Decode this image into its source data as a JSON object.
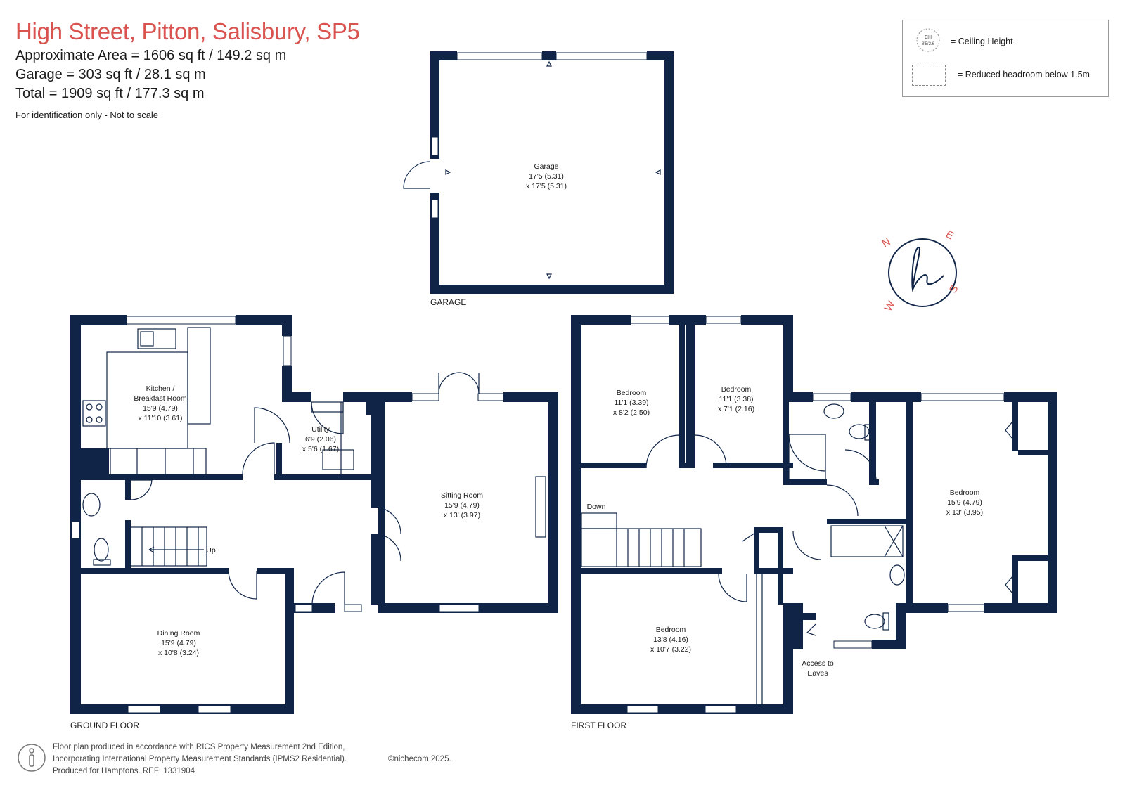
{
  "header": {
    "title": "High Street, Pitton, Salisbury, SP5",
    "approx_area": "Approximate Area = 1606 sq ft / 149.2 sq m",
    "garage_area": "Garage = 303 sq ft / 28.1 sq m",
    "total_area": "Total = 1909 sq ft / 177.3 sq m",
    "note": "For identification only - Not to scale"
  },
  "legend": {
    "ceiling_symbol": "CH",
    "ceiling_symbol_value": "8'5/2.6",
    "ceiling_label": "= Ceiling Height",
    "headroom_label": "= Reduced headroom below 1.5m"
  },
  "compass": {
    "n": "N",
    "e": "E",
    "s": "S",
    "w": "W",
    "logo": "h"
  },
  "garage": {
    "floor_label": "GARAGE",
    "room": {
      "name": "Garage",
      "dim1": "17'5 (5.31)",
      "dim2": "x 17'5 (5.31)"
    }
  },
  "ground_floor": {
    "floor_label": "GROUND FLOOR",
    "kitchen": {
      "name1": "Kitchen /",
      "name2": "Breakfast Room",
      "dim1": "15'9 (4.79)",
      "dim2": "x 11'10 (3.61)"
    },
    "utility": {
      "name": "Utility",
      "dim1": "6'9 (2.06)",
      "dim2": "x 5'6 (1.67)"
    },
    "sitting": {
      "name": "Sitting Room",
      "dim1": "15'9 (4.79)",
      "dim2": "x 13' (3.97)"
    },
    "dining": {
      "name": "Dining Room",
      "dim1": "15'9 (4.79)",
      "dim2": "x 10'8 (3.24)"
    },
    "stairs_label": "Up"
  },
  "first_floor": {
    "floor_label": "FIRST FLOOR",
    "bedroom1": {
      "name": "Bedroom",
      "dim1": "11'1 (3.39)",
      "dim2": "x 8'2 (2.50)"
    },
    "bedroom2": {
      "name": "Bedroom",
      "dim1": "11'1 (3.38)",
      "dim2": "x 7'1 (2.16)"
    },
    "bedroom3": {
      "name": "Bedroom",
      "dim1": "15'9 (4.79)",
      "dim2": "x 13' (3.95)"
    },
    "bedroom4": {
      "name": "Bedroom",
      "dim1": "13'8 (4.16)",
      "dim2": "x 10'7 (3.22)"
    },
    "stairs_label": "Down",
    "eaves1": "Access to",
    "eaves2": "Eaves"
  },
  "footer": {
    "line1": "Floor plan produced in accordance with RICS Property Measurement 2nd Edition,",
    "line2": "Incorporating International Property Measurement Standards (IPMS2 Residential).",
    "copyright": "©nichecom 2025.",
    "line3": "Produced for Hamptons.   REF:  1331904"
  },
  "colors": {
    "wall": "#0f2447",
    "title": "#d9534f",
    "compass": "#d9534f"
  }
}
